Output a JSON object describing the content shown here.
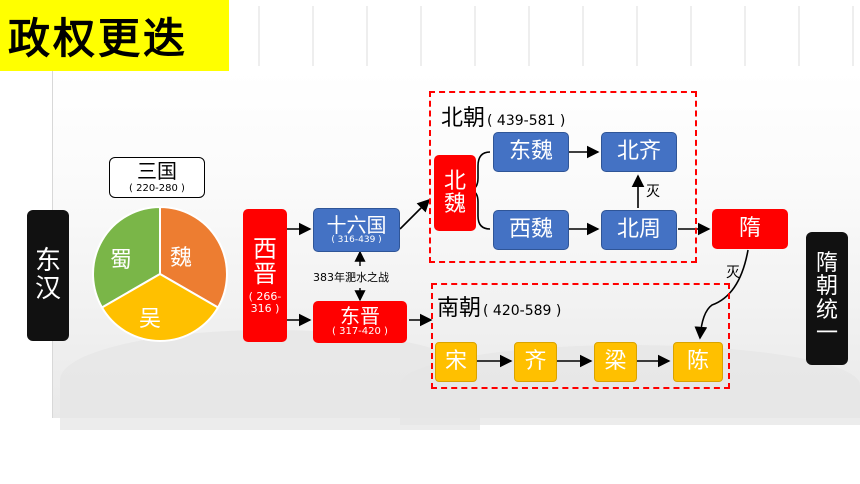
{
  "title": "政权更迭",
  "donghan": [
    "东",
    "汉"
  ],
  "sanguo": {
    "label": "三国",
    "years": "( 220-280 )",
    "states": [
      "蜀",
      "魏",
      "吴"
    ],
    "colors": {
      "shu": "#7ab648",
      "wei": "#ed7d31",
      "wu": "#ffc000"
    }
  },
  "xijin": {
    "chars": [
      "西",
      "晋"
    ],
    "years": [
      "( 266-",
      "316 )"
    ]
  },
  "shiliuguo": {
    "label": "十六国",
    "years": "( 316-439 )"
  },
  "battle": "383年淝水之战",
  "dongjin": {
    "label": "东晋",
    "years": "( 317-420 )"
  },
  "beichao": {
    "label": "北朝",
    "years": "( 439-581 )",
    "side": [
      "北",
      "魏"
    ],
    "boxes": [
      "东魏",
      "北齐",
      "西魏",
      "北周"
    ]
  },
  "nanchao": {
    "label": "南朝",
    "years": "( 420-589 )",
    "boxes": [
      "宋",
      "齐",
      "梁",
      "陈"
    ]
  },
  "sui": "隋",
  "mie": [
    "灭",
    "灭"
  ],
  "tongyi": [
    "隋",
    "朝",
    "统",
    "一"
  ],
  "colors": {
    "red": "#ff0000",
    "blue": "#4472c4",
    "yellow": "#ffc000",
    "black": "#111111",
    "title_bg": "#ffff00"
  }
}
